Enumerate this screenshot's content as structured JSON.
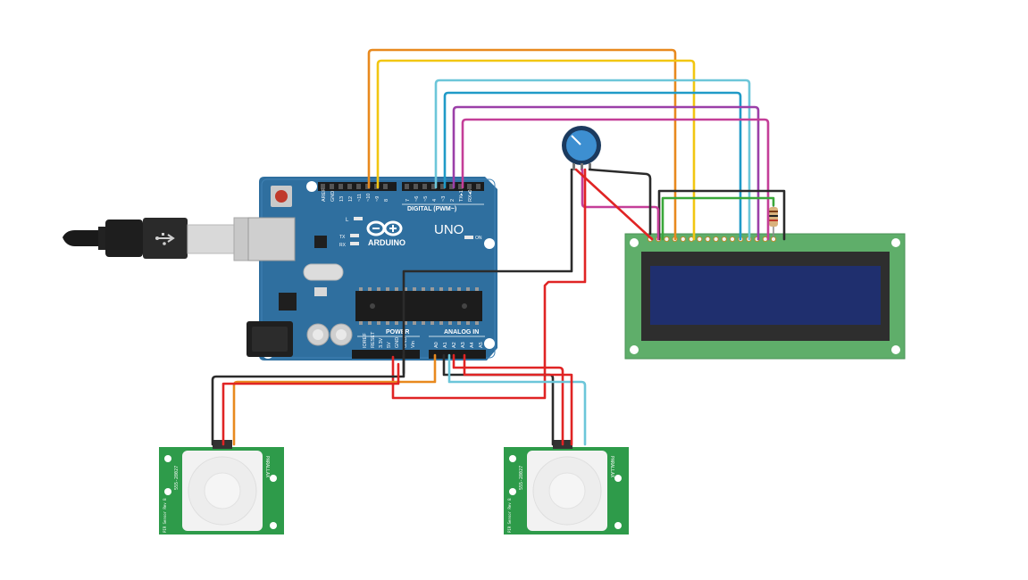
{
  "arduino": {
    "brand": "ARDUINO",
    "model": "UNO",
    "digital_header": "DIGITAL (PWM~)",
    "analog_header": "ANALOG IN",
    "power_header": "POWER",
    "led_l": "L",
    "led_tx": "TX",
    "led_rx": "RX",
    "led_on": "ON",
    "digital_pins": [
      "AREF",
      "GND",
      "13",
      "12",
      "~11",
      "~10",
      "~9",
      "8",
      "7",
      "~6",
      "~5",
      "4",
      "~3",
      "2",
      "TX▸1",
      "RX◂0"
    ],
    "power_pins": [
      "IOREF",
      "RESET",
      "3.3V",
      "5V",
      "GND",
      "GND",
      "Vin"
    ],
    "analog_pins": [
      "A0",
      "A1",
      "A2",
      "A3",
      "A4",
      "A5"
    ],
    "board_color": "#2f6f9f"
  },
  "pir_sensors": [
    {
      "side_text": "555-28027",
      "right_text": "PARALLAX",
      "bottom_text": "PIR Sensor Rev B"
    },
    {
      "side_text": "555-28027",
      "right_text": "PARALLAX",
      "bottom_text": "PIR Sensor Rev B"
    }
  ],
  "colors": {
    "wire_orange": "#e8891e",
    "wire_yellow": "#f2c611",
    "wire_lightblue": "#6cc6d9",
    "wire_blue": "#1f9ac7",
    "wire_purple": "#9b3fa8",
    "wire_magenta": "#c43e98",
    "wire_green": "#3aa83a",
    "wire_black": "#2b2b2b",
    "wire_red": "#e02424",
    "lcd_board": "#5fae6a",
    "lcd_screen": "#1f2f6e",
    "pir_board": "#2e9b4a"
  },
  "icons": {
    "usb": "usb-cable-icon",
    "potentiometer": "potentiometer-icon",
    "resistor": "resistor-icon"
  }
}
